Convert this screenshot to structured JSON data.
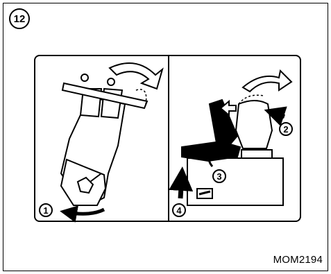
{
  "figure": {
    "step_number": "12",
    "figure_code": "MOM2194",
    "callouts": [
      "1",
      "2",
      "3",
      "4"
    ]
  },
  "icons": [
    "curved-arrow-icon",
    "straight-arrow-icon",
    "hollow-arrow-icon"
  ],
  "colors": {
    "ink": "#000000",
    "paper": "#ffffff"
  }
}
